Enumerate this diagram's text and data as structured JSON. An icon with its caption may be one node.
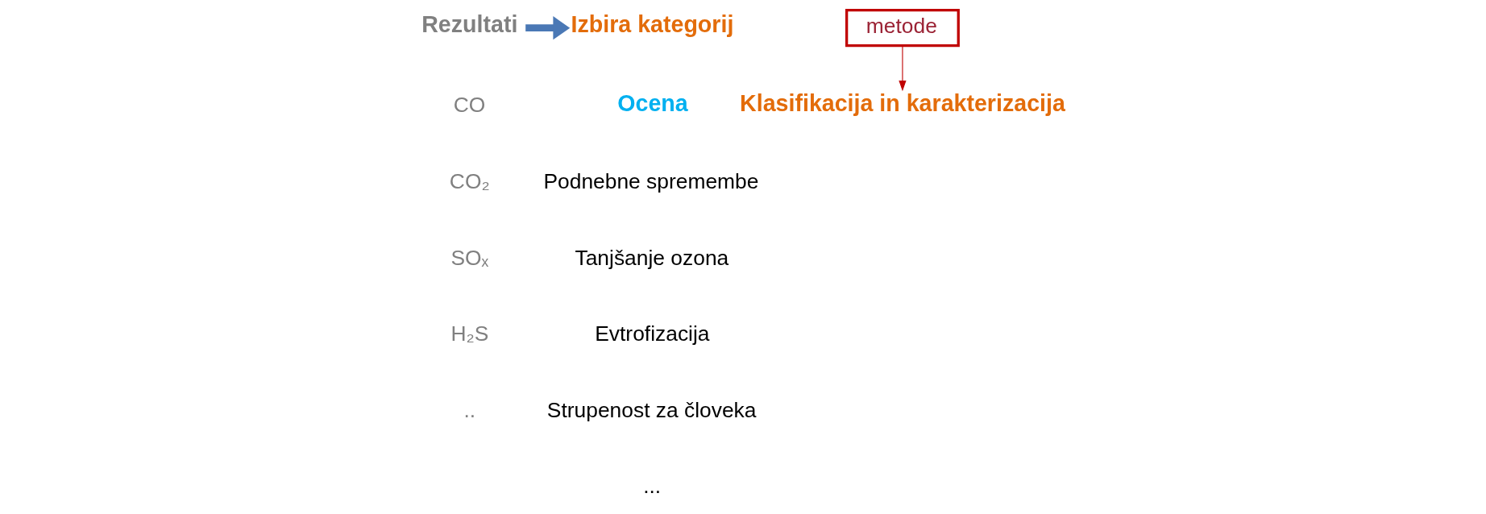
{
  "diagram": {
    "nodes": [
      {
        "text": [
          "Rezultati"
        ]
      },
      {
        "text": [
          "metode"
        ]
      },
      {
        "text": [
          "Izbira kategorij"
        ]
      },
      {
        "text": [
          "Klasifikacija in karakterizacija"
        ]
      }
    ],
    "edges": [
      {
        "from": 0,
        "to": 2,
        "arrow": "to",
        "style": "thick",
        "color": "#4a78b5"
      },
      {
        "from": 1,
        "to": 3,
        "arrow": "to",
        "color": "#c00000"
      }
    ],
    "labels": [
      "Ocena",
      "Podnebne spremembe",
      "Tanjšanje ozona",
      "Evtrofizacija",
      "Strupenost za človeka",
      "...",
      "CO",
      "CO₂",
      "SOₓ",
      "H₂S",
      ".."
    ]
  }
}
